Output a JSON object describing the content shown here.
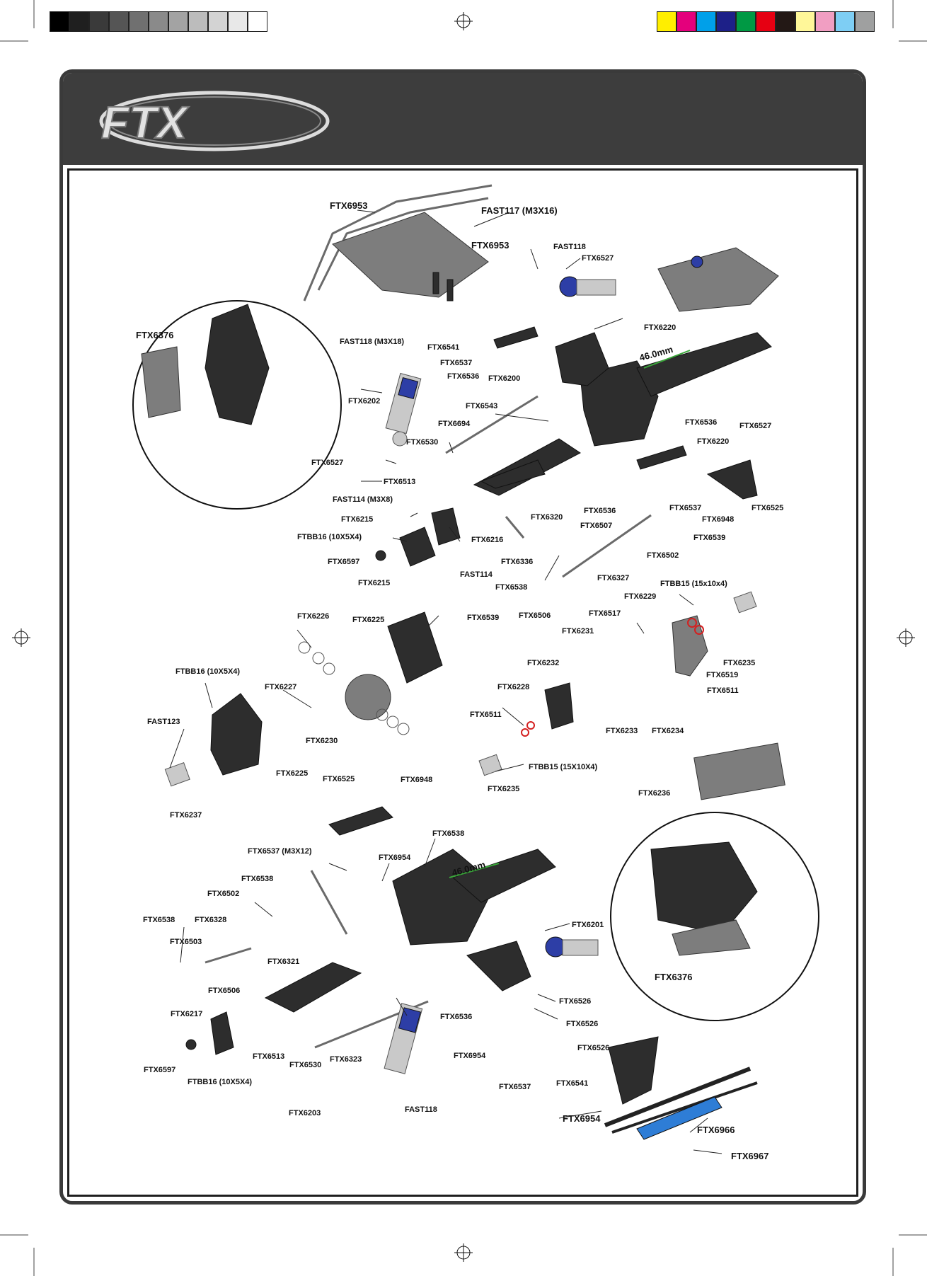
{
  "brand": {
    "logo_text": "FTX"
  },
  "measure": {
    "front": "46.0mm",
    "rear": "46.0mm"
  },
  "callouts": [
    {
      "id": "c1",
      "text": "FTX6953"
    },
    {
      "id": "c2",
      "text": "FAST117 (M3X16)"
    },
    {
      "id": "c3",
      "text": "FTX6953"
    },
    {
      "id": "c4",
      "text": "FAST118"
    },
    {
      "id": "c5",
      "text": "FTX6527"
    },
    {
      "id": "c6",
      "text": "FTX6376"
    },
    {
      "id": "c7",
      "text": "FAST118 (M3X18)"
    },
    {
      "id": "c8",
      "text": "FTX6541"
    },
    {
      "id": "c9",
      "text": "FTX6537"
    },
    {
      "id": "c10",
      "text": "FTX6220"
    },
    {
      "id": "c11",
      "text": "FTX6536"
    },
    {
      "id": "c12",
      "text": "FTX6200"
    },
    {
      "id": "c13",
      "text": "FTX6202"
    },
    {
      "id": "c14",
      "text": "FTX6543"
    },
    {
      "id": "c15",
      "text": "FTX6694"
    },
    {
      "id": "c16",
      "text": "FTX6536"
    },
    {
      "id": "c17",
      "text": "FTX6527"
    },
    {
      "id": "c18",
      "text": "FTX6530"
    },
    {
      "id": "c19",
      "text": "FTX6220"
    },
    {
      "id": "c20",
      "text": "FTX6527"
    },
    {
      "id": "c21",
      "text": "FTX6513"
    },
    {
      "id": "c22",
      "text": "FAST114 (M3X8)"
    },
    {
      "id": "c23",
      "text": "FTX6215"
    },
    {
      "id": "c24",
      "text": "FTX6320"
    },
    {
      "id": "c25",
      "text": "FTX6536"
    },
    {
      "id": "c26",
      "text": "FTX6537"
    },
    {
      "id": "c27",
      "text": "FTX6948"
    },
    {
      "id": "c28",
      "text": "FTX6525"
    },
    {
      "id": "c29",
      "text": "FTBB16 (10X5X4)"
    },
    {
      "id": "c30",
      "text": "FTX6216"
    },
    {
      "id": "c31",
      "text": "FTX6507"
    },
    {
      "id": "c32",
      "text": "FTX6539"
    },
    {
      "id": "c33",
      "text": "FTX6597"
    },
    {
      "id": "c34",
      "text": "FTX6336"
    },
    {
      "id": "c35",
      "text": "FTX6502"
    },
    {
      "id": "c36",
      "text": "FTX6215"
    },
    {
      "id": "c37",
      "text": "FAST114"
    },
    {
      "id": "c38",
      "text": "FTX6538"
    },
    {
      "id": "c39",
      "text": "FTX6327"
    },
    {
      "id": "c40",
      "text": "FTBB15 (15x10x4)"
    },
    {
      "id": "c41",
      "text": "FTX6229"
    },
    {
      "id": "c42",
      "text": "FTX6506"
    },
    {
      "id": "c43",
      "text": "FTX6226"
    },
    {
      "id": "c44",
      "text": "FTX6225"
    },
    {
      "id": "c45",
      "text": "FTX6539"
    },
    {
      "id": "c46",
      "text": "FTX6517"
    },
    {
      "id": "c47",
      "text": "FTX6231"
    },
    {
      "id": "c48",
      "text": "FTX6235"
    },
    {
      "id": "c49",
      "text": "FTX6519"
    },
    {
      "id": "c50",
      "text": "FTX6232"
    },
    {
      "id": "c51",
      "text": "FTBB16 (10X5X4)"
    },
    {
      "id": "c52",
      "text": "FTX6227"
    },
    {
      "id": "c53",
      "text": "FTX6511"
    },
    {
      "id": "c54",
      "text": "FTX6228"
    },
    {
      "id": "c55",
      "text": "FAST123"
    },
    {
      "id": "c56",
      "text": "FTX6230"
    },
    {
      "id": "c57",
      "text": "FTX6511"
    },
    {
      "id": "c58",
      "text": "FTX6233"
    },
    {
      "id": "c59",
      "text": "FTX6234"
    },
    {
      "id": "c60",
      "text": "FTX6225"
    },
    {
      "id": "c61",
      "text": "FTBB15 (15X10X4)"
    },
    {
      "id": "c62",
      "text": "FTX6525"
    },
    {
      "id": "c63",
      "text": "FTX6948"
    },
    {
      "id": "c64",
      "text": "FTX6235"
    },
    {
      "id": "c65",
      "text": "FTX6236"
    },
    {
      "id": "c66",
      "text": "FTX6237"
    },
    {
      "id": "c67",
      "text": "FTX6538"
    },
    {
      "id": "c68",
      "text": "FTX6537 (M3X12)"
    },
    {
      "id": "c69",
      "text": "FTX6954"
    },
    {
      "id": "c70",
      "text": "FTX6538"
    },
    {
      "id": "c71",
      "text": "FTX6502"
    },
    {
      "id": "c72",
      "text": "FTX6538"
    },
    {
      "id": "c73",
      "text": "FTX6328"
    },
    {
      "id": "c74",
      "text": "FTX6201"
    },
    {
      "id": "c75",
      "text": "FTX6503"
    },
    {
      "id": "c76",
      "text": "FTX6321"
    },
    {
      "id": "c77",
      "text": "FTX6376"
    },
    {
      "id": "c78",
      "text": "FTX6506"
    },
    {
      "id": "c79",
      "text": "FTX6526"
    },
    {
      "id": "c80",
      "text": "FTX6217"
    },
    {
      "id": "c81",
      "text": "FTX6536"
    },
    {
      "id": "c82",
      "text": "FTX6526"
    },
    {
      "id": "c83",
      "text": "FTX6954"
    },
    {
      "id": "c84",
      "text": "FTX6526"
    },
    {
      "id": "c85",
      "text": "FTX6597"
    },
    {
      "id": "c86",
      "text": "FTX6513"
    },
    {
      "id": "c87",
      "text": "FTX6530"
    },
    {
      "id": "c88",
      "text": "FTX6323"
    },
    {
      "id": "c89",
      "text": "FTX6537"
    },
    {
      "id": "c90",
      "text": "FTX6541"
    },
    {
      "id": "c91",
      "text": "FTBB16 (10X5X4)"
    },
    {
      "id": "c92",
      "text": "FTX6203"
    },
    {
      "id": "c93",
      "text": "FAST118"
    },
    {
      "id": "c94",
      "text": "FTX6954"
    },
    {
      "id": "c95",
      "text": "FTX6966"
    },
    {
      "id": "c96",
      "text": "FTX6967"
    }
  ],
  "colors": {
    "header": "#3d3d3d",
    "frame": "#3a3a3a",
    "shock_blue": "#2d3ea6",
    "measure_green": "#3aa63a",
    "oring_red": "#d42020",
    "skid_blue": "#2e7dd6",
    "registration_cmyk": [
      "#ffee00",
      "#e4007c",
      "#00a0e9",
      "#1d2088",
      "#009944",
      "#e60012",
      "#231815",
      "#fff799",
      "#f19ec2",
      "#7ecef4",
      "#9fa0a0"
    ],
    "registration_gray": [
      "#000000",
      "#1f1f1f",
      "#3a3a3a",
      "#555555",
      "#707070",
      "#8a8a8a",
      "#a3a3a3",
      "#bcbcbc",
      "#d3d3d3",
      "#e8e8e8",
      "#ffffff"
    ]
  }
}
